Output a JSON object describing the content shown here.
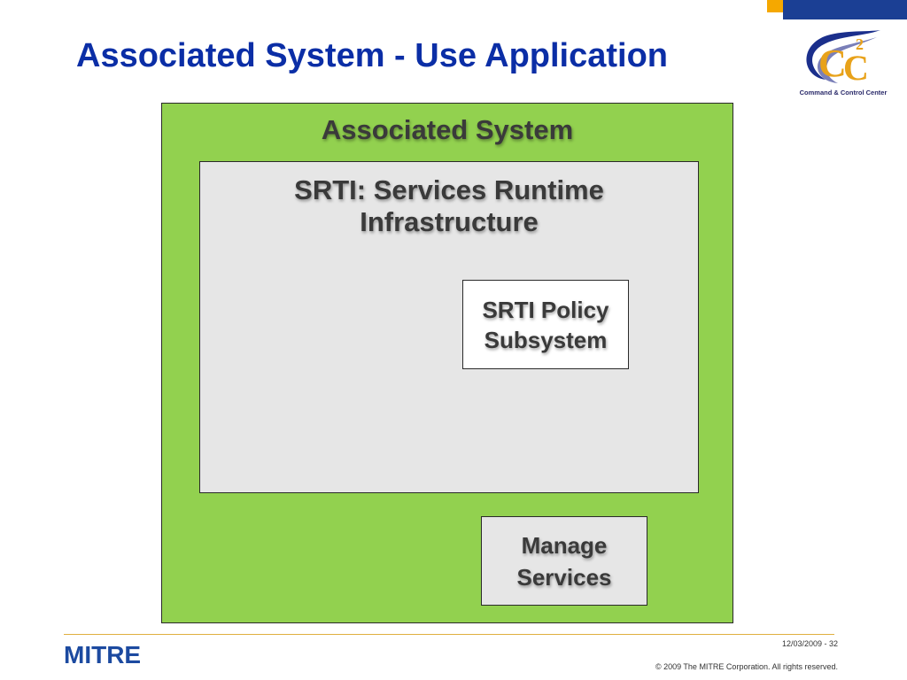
{
  "slide": {
    "title": "Associated System - Use Application"
  },
  "logo": {
    "brand_text": "Command & Control Center",
    "icon": "c2c-logo",
    "colors": {
      "blue": "#1b2f8c",
      "gold": "#e8a21a"
    }
  },
  "diagram": {
    "outer": {
      "label": "Associated System",
      "color": "#92d14f"
    },
    "inner": {
      "line1": "SRTI: Services Runtime",
      "line2": "Infrastructure",
      "color": "#e6e6e6"
    },
    "policy": {
      "line1": "SRTI Policy",
      "line2": "Subsystem",
      "color": "#ffffff"
    },
    "manage": {
      "line1": "Manage",
      "line2": "Services",
      "color": "#e6e6e6"
    }
  },
  "footer": {
    "org_logo": "MITRE",
    "page_info": "12/03/2009 - 32",
    "copyright": "© 2009 The MITRE Corporation. All rights reserved."
  },
  "colors": {
    "title": "#0b2ea6",
    "corner_blue": "#1b3f94",
    "corner_orange": "#f5a800"
  }
}
